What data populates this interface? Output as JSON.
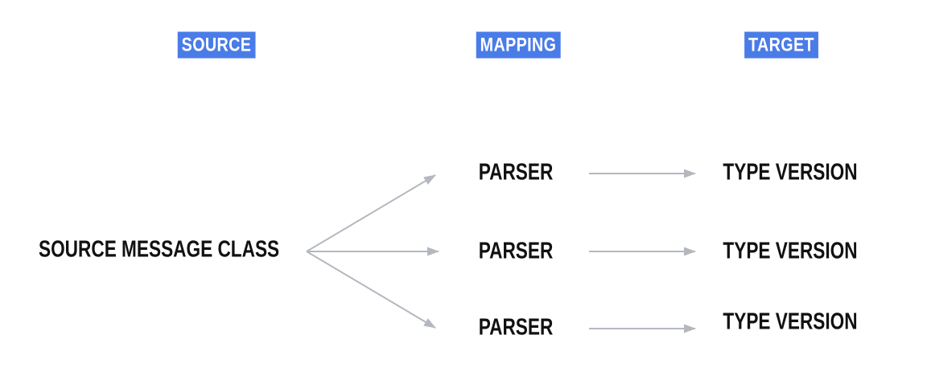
{
  "columns": [
    {
      "label": "SOURCE"
    },
    {
      "label": "MAPPING"
    },
    {
      "label": "TARGET"
    }
  ],
  "source_node": {
    "label": "SOURCE MESSAGE CLASS"
  },
  "rows": [
    {
      "mapping_label": "PARSER",
      "target_label": "TYPE VERSION"
    },
    {
      "mapping_label": "PARSER",
      "target_label": "TYPE VERSION"
    },
    {
      "mapping_label": "PARSER",
      "target_label": "TYPE VERSION"
    }
  ],
  "colors": {
    "header_bg": "#4a7ce8",
    "header_text": "#ffffff",
    "label_text": "#111111",
    "arrow": "#b4b8be"
  }
}
